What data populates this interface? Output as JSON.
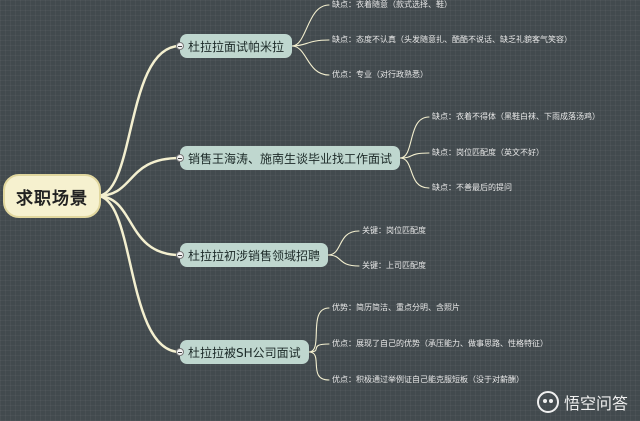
{
  "root": {
    "label": "求职场景"
  },
  "branches": [
    {
      "label": "杜拉拉面试帕米拉",
      "leaves": [
        "缺点：衣着随意（款式选择、鞋）",
        "缺点：态度不认真（头发随意扎、酷酷不说话、缺乏礼貌客气笑容）",
        "优点：专业（对行政熟悉）"
      ]
    },
    {
      "label": "销售王海涛、施南生谈毕业找工作面试",
      "leaves": [
        "缺点：衣着不得体（黑鞋白袜、下雨成落汤鸡）",
        "缺点：岗位匹配度（英文不好）",
        "缺点：不善最后的提问"
      ]
    },
    {
      "label": "杜拉拉初涉销售领域招聘",
      "leaves": [
        "关键：岗位匹配度",
        "关键：上司匹配度"
      ]
    },
    {
      "label": "杜拉拉被SH公司面试",
      "leaves": [
        "优势：简历简洁、重点分明、含照片",
        "优点：展现了自己的优势（承压能力、做事思路、性格特征）",
        "优点：积极通过举例证自己能克服短板（没于对薪酬）"
      ]
    }
  ],
  "watermark": {
    "text": "悟空问答"
  },
  "colors": {
    "background": "#424a4e",
    "branch": "#bfd7cf",
    "root": "#f6f1cf",
    "line": "#f4f0d0"
  }
}
